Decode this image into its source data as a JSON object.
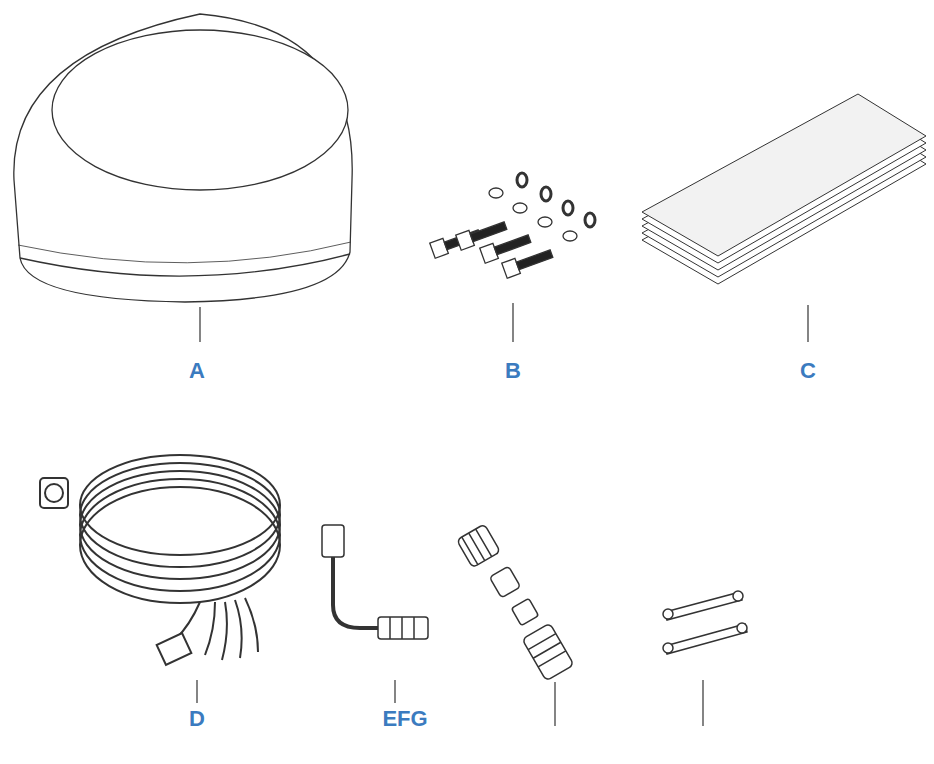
{
  "diagram": {
    "labels": [
      "A",
      "B",
      "C",
      "D",
      "EFG"
    ]
  }
}
